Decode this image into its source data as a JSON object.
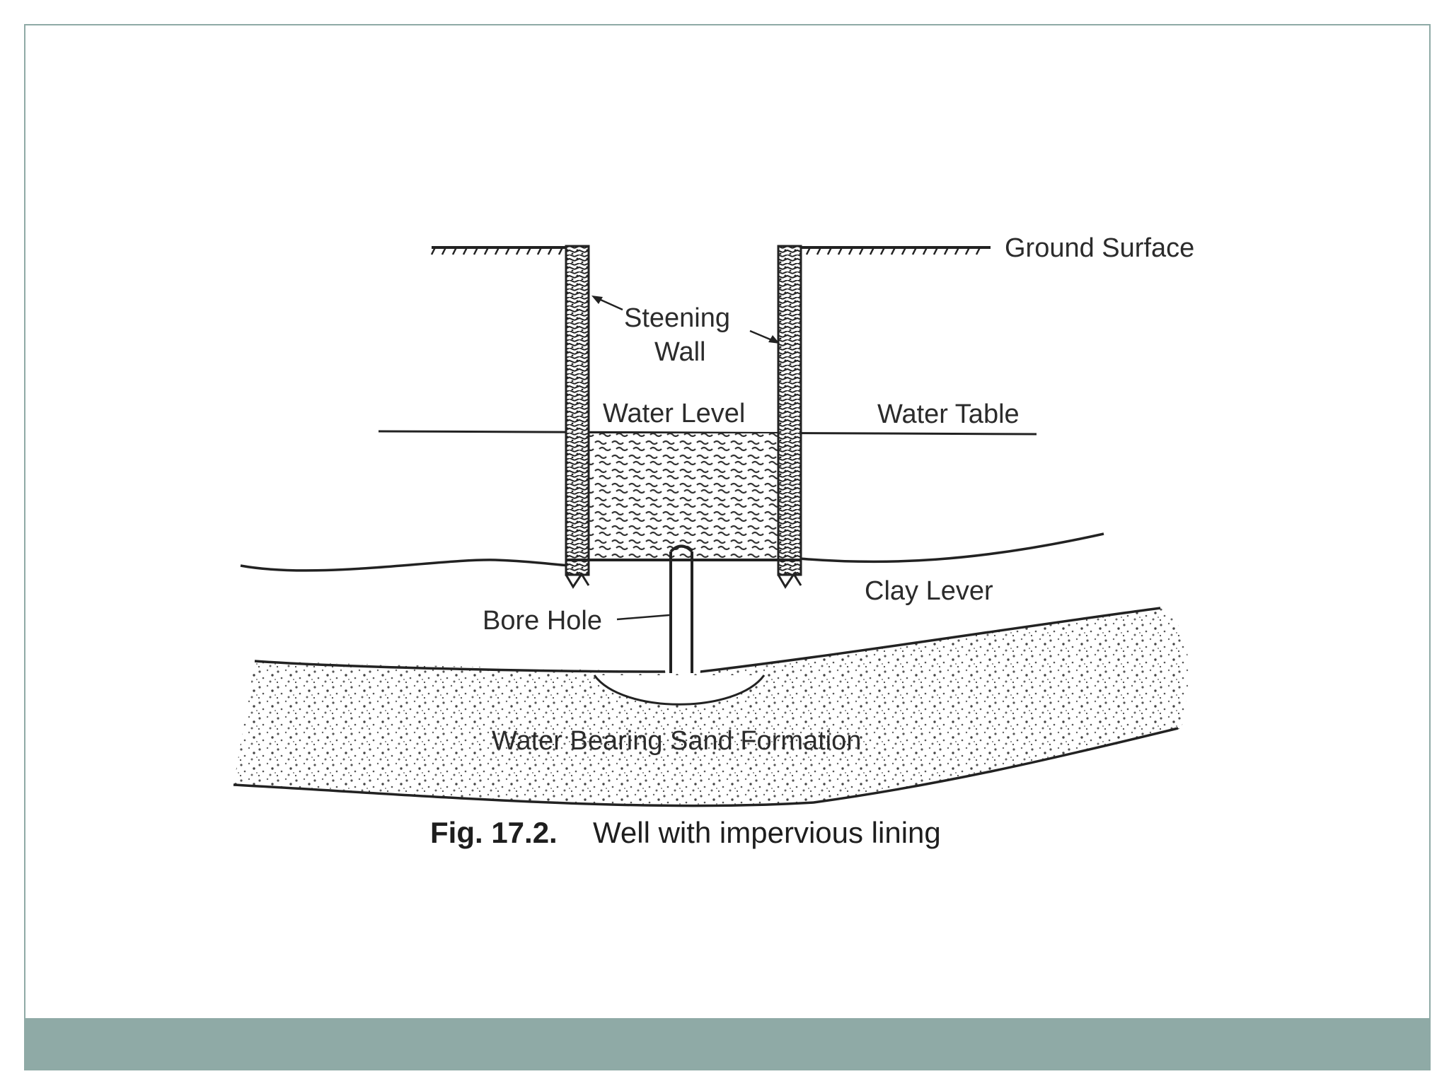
{
  "diagram": {
    "labels": {
      "ground_surface": "Ground Surface",
      "steening_line1": "Steening",
      "steening_line2": "Wall",
      "water_level": "Water Level",
      "water_table": "Water Table",
      "clay_layer": "Clay Lever",
      "bore_hole": "Bore Hole",
      "sand_formation": "Water Bearing Sand Formation"
    },
    "caption": {
      "number": "Fig. 17.2.",
      "text": "Well with impervious lining"
    }
  },
  "colors": {
    "frame": "#8faaa6",
    "footer_band": "#8faaa6",
    "ink": "#2b2b2b"
  }
}
